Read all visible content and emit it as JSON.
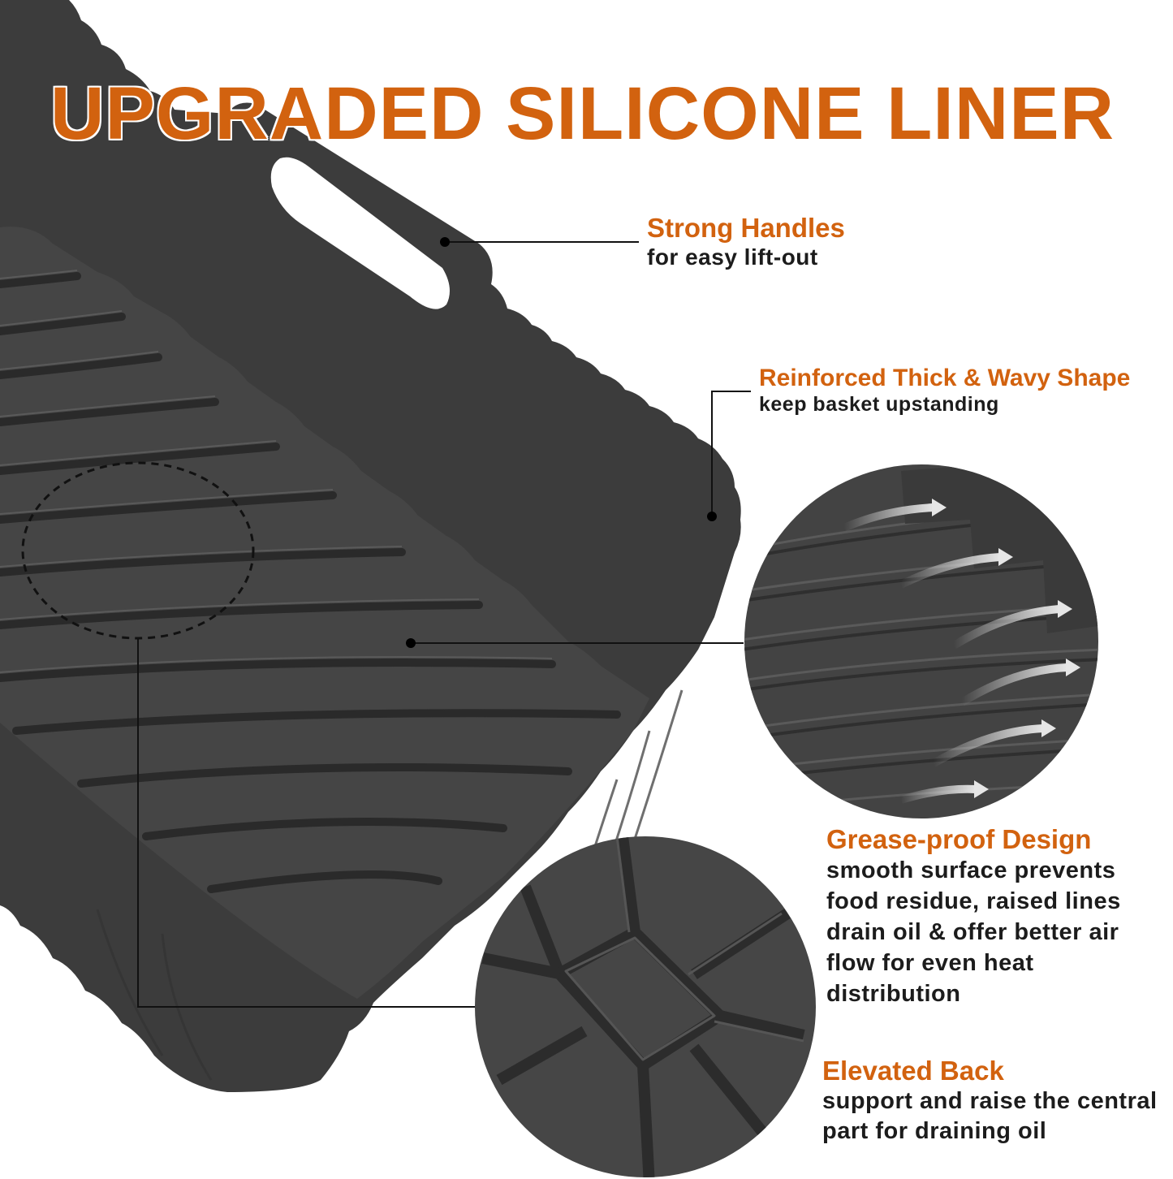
{
  "title": "UPGRADED SILICONE LINER",
  "colors": {
    "accent": "#d2620f",
    "silicone": "#3d3d3d",
    "silicone_light": "#4a4a4a",
    "text": "#1c1c1c",
    "background": "#ffffff"
  },
  "callouts": [
    {
      "id": "handles",
      "heading": "Strong Handles",
      "text": "for easy lift-out"
    },
    {
      "id": "wavy",
      "heading": "Reinforced Thick & Wavy Shape",
      "text": "keep basket upstanding"
    },
    {
      "id": "grease",
      "heading": "Grease-proof Design",
      "text": "smooth surface prevents food residue, raised lines drain oil & offer better air flow for even heat distribution"
    },
    {
      "id": "back",
      "heading": "Elevated Back",
      "text": "support and raise the central part for draining oil"
    }
  ],
  "detail_views": [
    {
      "id": "airflow",
      "label": "airflow-closeup",
      "arrow_count": 6
    },
    {
      "id": "elevated-back",
      "label": "elevated-back-closeup"
    }
  ]
}
